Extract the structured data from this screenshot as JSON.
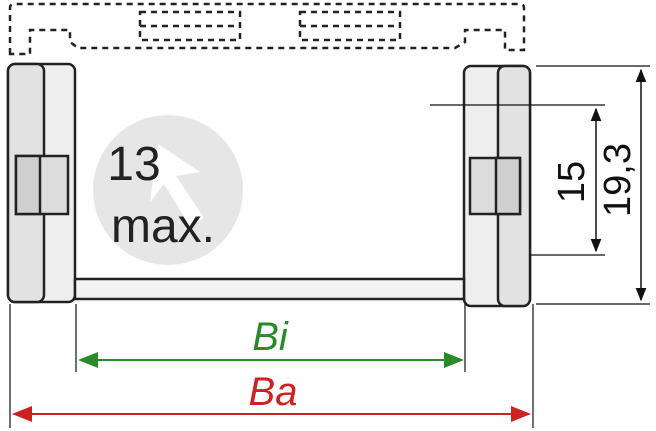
{
  "colors": {
    "outline": "#222222",
    "fill_light": "#eeeeee",
    "fill_mid": "#dcdcdc",
    "badge": "#e6e6e6",
    "inner_dim": "#2a8a2a",
    "outer_dim": "#cc2222",
    "dim_black": "#111111"
  },
  "badge": {
    "line1": "13",
    "line2": "max."
  },
  "dimensions": {
    "inner_width_label": "Bi",
    "outer_width_label": "Ba",
    "inner_height_label": "15",
    "outer_height_label": "19,3"
  }
}
